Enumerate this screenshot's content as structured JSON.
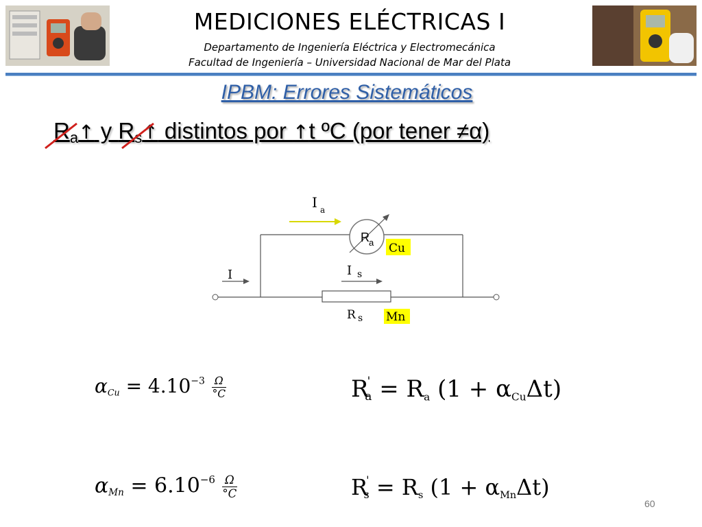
{
  "header": {
    "title": "MEDICIONES ELÉCTRICAS I",
    "department": "Departamento de Ingeniería Eléctrica y Electromecánica",
    "faculty": "Facultad de Ingeniería – Universidad Nacional de Mar del Plata"
  },
  "slide": {
    "title": "IPBM: Errores Sistemáticos",
    "statement": {
      "ra_main": "R",
      "ra_sub": "a",
      "arrow": "↑",
      "y": " y ",
      "rs_main": "R",
      "rs_sub": "s",
      "rest": " distintos por ",
      "t_text": "t ºC (por tener ≠α)"
    }
  },
  "circuit": {
    "ia_label": "I",
    "ia_sub": "a",
    "ra_label": "R",
    "ra_sub": "a",
    "cu_label": "Cu",
    "i_label": "I",
    "is_label": "I",
    "is_sub": "s",
    "rs_label": "R",
    "rs_sub": "s",
    "mn_label": "Mn",
    "colors": {
      "highlight": "#ffff00",
      "arrow_yellow": "#d8d800",
      "wire": "#555555"
    }
  },
  "formulas": {
    "alpha_cu": {
      "symbol": "α",
      "sub": "Cu",
      "eq": " = 4.10",
      "exp": "−3",
      "num": "Ω",
      "den": "°C"
    },
    "alpha_mn": {
      "symbol": "α",
      "sub": "Mn",
      "eq": " = 6.10",
      "exp": "−6",
      "num": "Ω",
      "den": "°C"
    },
    "ra_prime": {
      "lhs": "R",
      "prime": "'",
      "lhs_sub": "a",
      "eq": " = R",
      "rhs_sub": "a",
      "paren": " (1 + α",
      "alpha_sub": "Cu",
      "tail": "Δt)"
    },
    "rs_prime": {
      "lhs": "R",
      "prime": "'",
      "lhs_sub": "s",
      "eq": " = R",
      "rhs_sub": "s",
      "paren": " (1 + α",
      "alpha_sub": "Mn",
      "tail": "Δt)"
    }
  },
  "page_number": "60"
}
